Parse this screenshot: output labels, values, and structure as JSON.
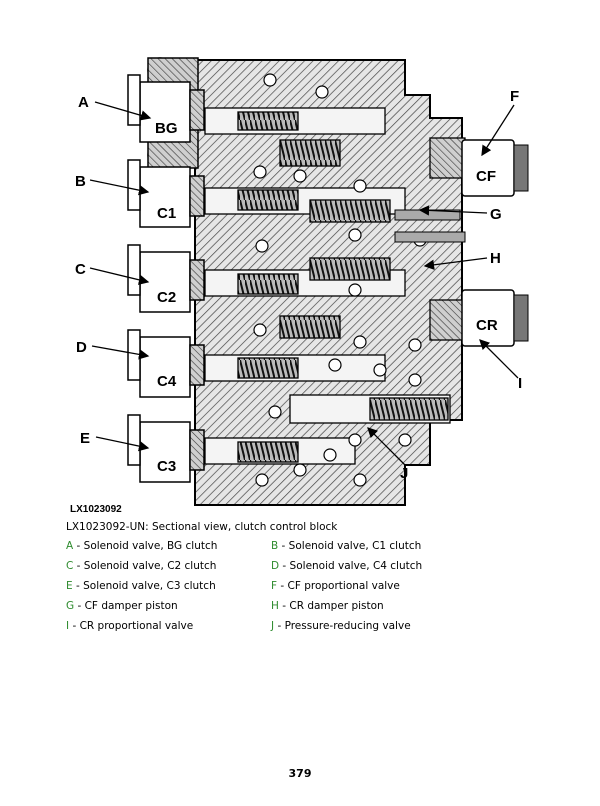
{
  "figure": {
    "id_text": "LX1023092",
    "solenoid_labels": [
      "BG",
      "C1",
      "C2",
      "C4",
      "C3",
      "CF",
      "CR"
    ],
    "callouts": [
      "A",
      "B",
      "C",
      "D",
      "E",
      "F",
      "G",
      "H",
      "I",
      "J"
    ]
  },
  "caption": "LX1023092-UN: Sectional view, clutch control block",
  "legend": [
    {
      "key": "A",
      "text": " - Solenoid valve, BG clutch"
    },
    {
      "key": "B",
      "text": " - Solenoid valve, C1 clutch"
    },
    {
      "key": "C",
      "text": " - Solenoid valve, C2 clutch"
    },
    {
      "key": "D",
      "text": " - Solenoid valve, C4 clutch"
    },
    {
      "key": "E",
      "text": " - Solenoid valve, C3 clutch"
    },
    {
      "key": "F",
      "text": " - CF proportional valve"
    },
    {
      "key": "G",
      "text": " - CF damper piston"
    },
    {
      "key": "H",
      "text": " - CR damper piston"
    },
    {
      "key": "I",
      "text": " - CR proportional valve"
    },
    {
      "key": "J",
      "text": " - Pressure-reducing valve"
    }
  ],
  "page_number": "379",
  "colors": {
    "legend_key": "#2e8b2e",
    "hatch_fill": "#8a8a8a"
  }
}
